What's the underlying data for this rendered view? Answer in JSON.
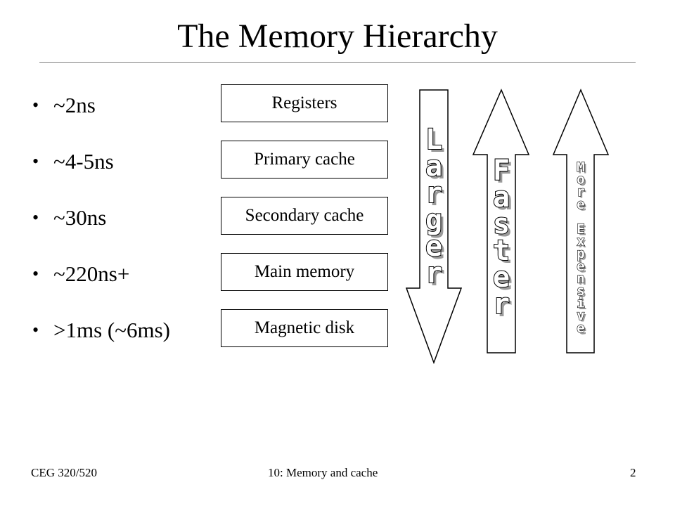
{
  "title": "The Memory Hierarchy",
  "bullet_glyph": "•",
  "access_times": [
    "~2ns",
    "~4-5ns",
    "~30ns",
    "~220ns+",
    ">1ms (~6ms)"
  ],
  "levels": [
    "Registers",
    "Primary cache",
    "Secondary cache",
    "Main memory",
    "Magnetic disk"
  ],
  "arrows": [
    {
      "direction": "down",
      "letters": [
        "L",
        "a",
        "r",
        "g",
        "e",
        "r"
      ]
    },
    {
      "direction": "up",
      "letters": [
        "F",
        "a",
        "s",
        "t",
        "e",
        "r"
      ]
    },
    {
      "direction": "up",
      "letters": [
        "M",
        "o",
        "r",
        "e",
        "",
        "E",
        "x",
        "p",
        "e",
        "n",
        "s",
        "i",
        "v",
        "e"
      ]
    }
  ],
  "footer": {
    "course": "CEG 320/520",
    "topic": "10: Memory and cache",
    "page": "2"
  }
}
